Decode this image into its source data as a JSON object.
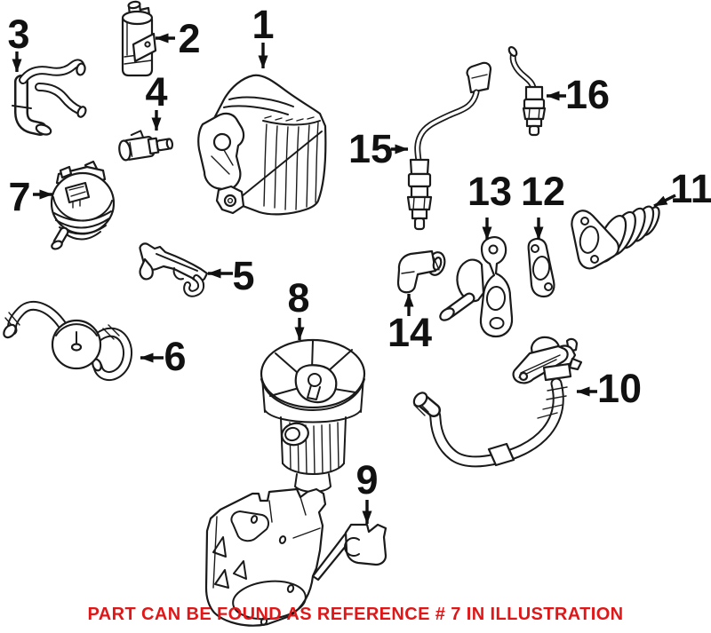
{
  "canvas": {
    "background": "#ffffff",
    "line_color": "#1a1a1a"
  },
  "callouts": [
    {
      "label": "1"
    },
    {
      "label": "2"
    },
    {
      "label": "3"
    },
    {
      "label": "4"
    },
    {
      "label": "5"
    },
    {
      "label": "6"
    },
    {
      "label": "7"
    },
    {
      "label": "8"
    },
    {
      "label": "9"
    },
    {
      "label": "10"
    },
    {
      "label": "11"
    },
    {
      "label": "12"
    },
    {
      "label": "13"
    },
    {
      "label": "14"
    },
    {
      "label": "15"
    },
    {
      "label": "16"
    }
  ],
  "footer": {
    "text": "PART CAN BE FOUND AS REFERENCE # 7 IN ILLUSTRATION",
    "color": "#e01718"
  }
}
